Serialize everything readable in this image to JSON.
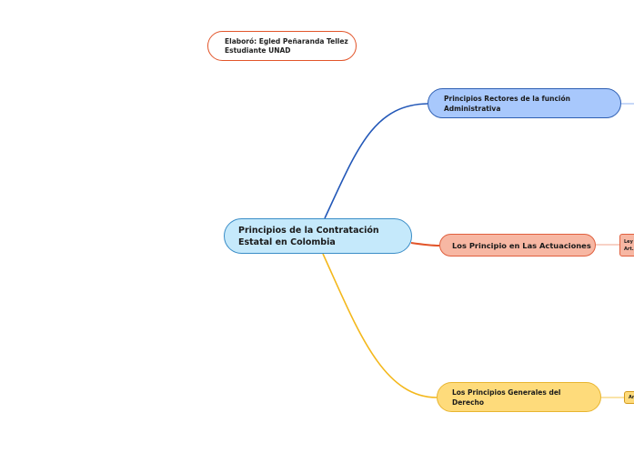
{
  "author_box": {
    "line1": "Elaboró: Egled Peñaranda Tellez",
    "line2": "Estudiante UNAD"
  },
  "central_topic": {
    "line1": "Principios de la Contratación",
    "line2": "Estatal en Colombia"
  },
  "branches": [
    {
      "line1": "Principios Rectores de la función",
      "line2": "Administrativa",
      "color": "#2e5fb3",
      "fill": "#a8c8fc"
    },
    {
      "line1": "Los Principio en Las Actuaciones",
      "color": "#e0603e",
      "fill": "#f7b7a3"
    },
    {
      "line1": "Los Principios Generales del",
      "line2": "Derecho",
      "color": "#e8b530",
      "fill": "#fedb7b"
    }
  ],
  "leaves": {
    "actuaciones": {
      "line1": "Ley",
      "line2": "Art."
    },
    "generales": {
      "line1": "Ar"
    }
  },
  "colors": {
    "author_border": "#e2552a",
    "central_border": "#3a8dc7",
    "central_fill": "#c5e9fb"
  }
}
